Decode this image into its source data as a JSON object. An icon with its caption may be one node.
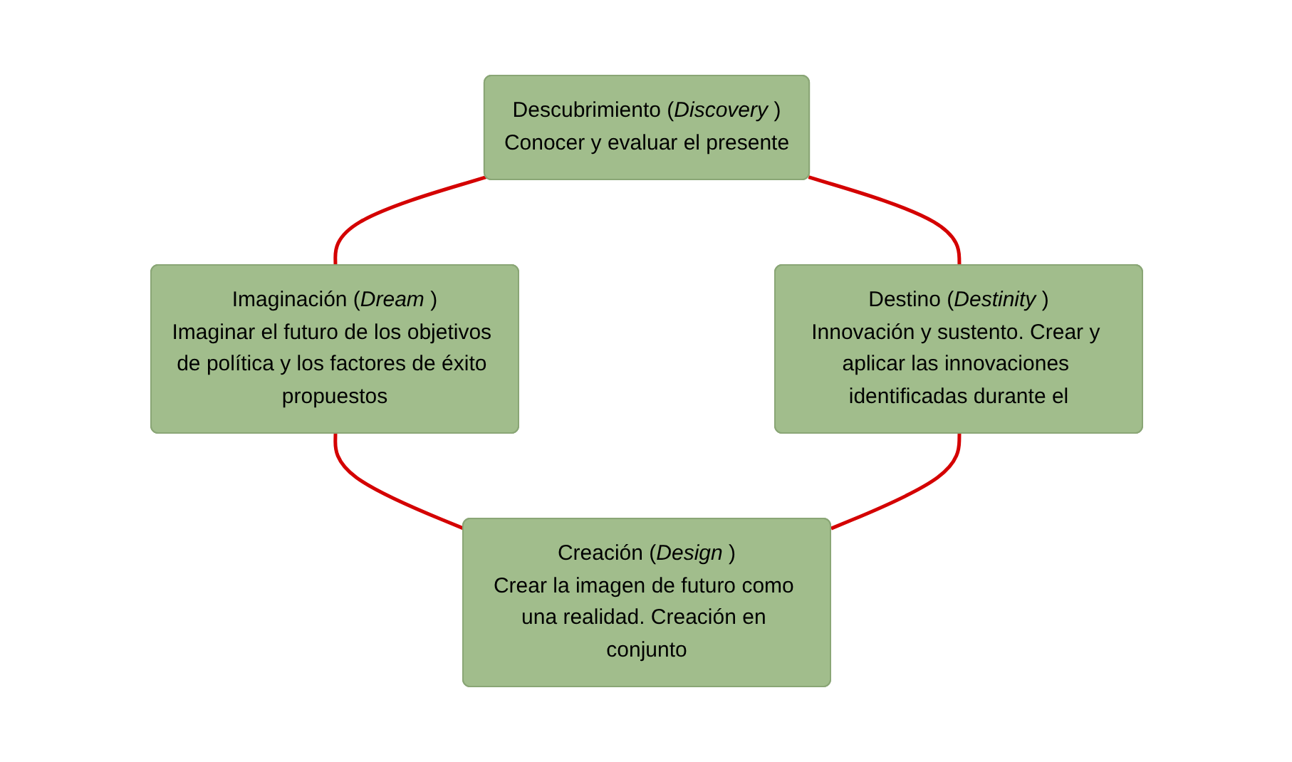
{
  "diagram": {
    "nodes": [
      {
        "text": [
          "Descubrimiento (*Discovery* )",
          "Conocer y evaluar el presente"
        ]
      },
      {
        "text": [
          "Destino (*Destinity* )",
          "Innovación y sustento. Crear y aplicar las innovaciones identificadas durante el"
        ]
      },
      {
        "text": [
          "Imaginación (*Dream* )",
          "Imaginar el futuro de los objetivos de política y los factores de éxito propuestos"
        ]
      },
      {
        "text": [
          "Creación (*Design* )",
          "Crear la imagen de futuro como una realidad. Creación en conjunto"
        ]
      }
    ],
    "edges": [
      {
        "from": 0,
        "to": 2,
        "arrow": "none",
        "color": "#d40000"
      },
      {
        "from": 2,
        "to": 3,
        "arrow": "none",
        "color": "#d40000"
      },
      {
        "from": 1,
        "to": 3,
        "arrow": "none",
        "color": "#d40000"
      },
      {
        "from": 0,
        "to": 1,
        "arrow": "none",
        "color": "#d40000"
      }
    ]
  }
}
